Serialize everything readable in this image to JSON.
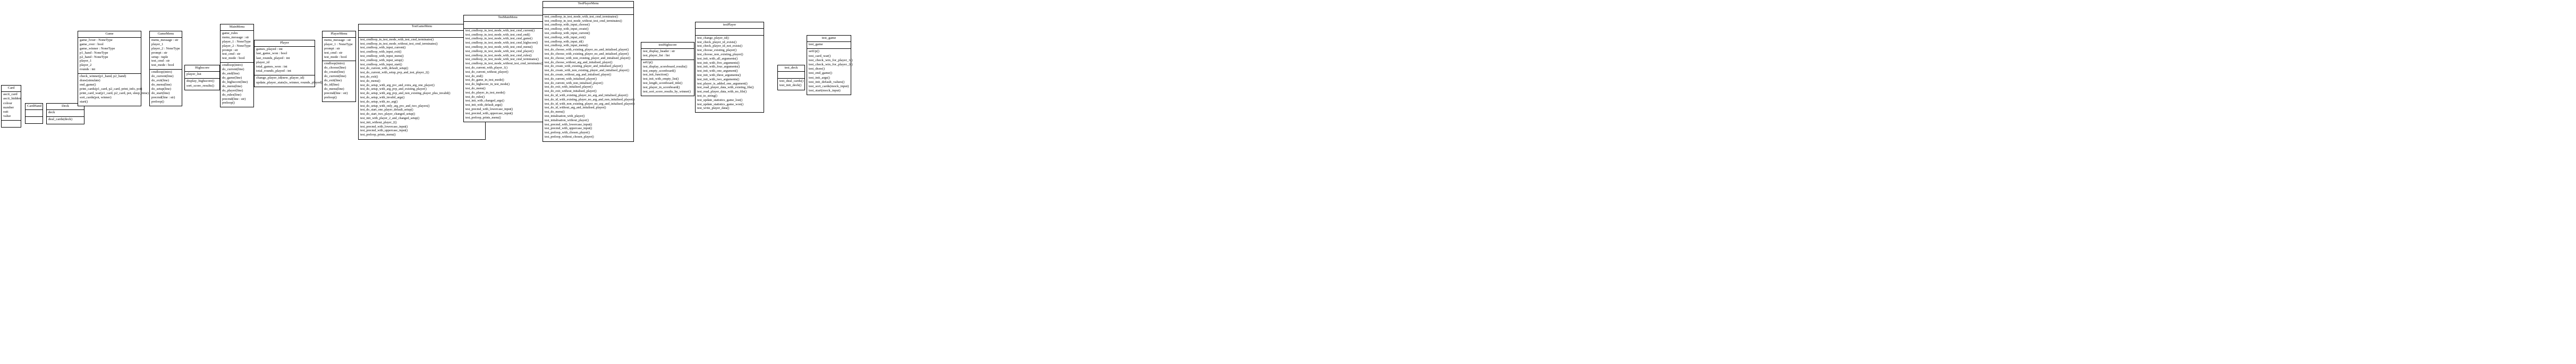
{
  "classes": [
    {
      "key": "card",
      "name": "Card",
      "attributes": [
        "ascii_card",
        "ascii_hidden",
        "colour",
        "number",
        "suit",
        "value"
      ],
      "methods": []
    },
    {
      "key": "cardhand",
      "name": "CardHand",
      "attributes": [],
      "methods": []
    },
    {
      "key": "deck",
      "name": "Deck",
      "attributes": [
        "deck"
      ],
      "methods": [
        "deal_cards(deck)"
      ]
    },
    {
      "key": "game",
      "name": "Game",
      "attributes": [
        "game_lvoer : NoneType",
        "game_over : bool",
        "game_winner : NoneType",
        "p1_hand : NoneType",
        "p2_hand : NoneType",
        "player_1",
        "player_2",
        "rounds : int"
      ],
      "methods": [
        "check_winner(p1_hand, p2_hand)",
        "draw(simulate)",
        "end_game()",
        "print_cards(p1_card, p2_card, print_info, pot)",
        "print_card_war(p1_card, p2_card, pot, sleep_time)",
        "sort_cards(pot, winner)",
        "start()"
      ]
    },
    {
      "key": "gamemenu",
      "name": "GameMenu",
      "attributes": [
        "menu_message : str",
        "player_1",
        "player_2 : NoneType",
        "prompt : str",
        "setup : tuple",
        "test_cmd : str",
        "test_mode : bool"
      ],
      "methods": [
        "cmdloop(intro)",
        "do_current(line)",
        "do_exit(line)",
        "do_menu(line)",
        "do_setup(line)",
        "do_start(line)",
        "precmd(line : str)",
        "preloop()"
      ]
    },
    {
      "key": "highscore",
      "name": "Highscore",
      "attributes": [
        "player_list"
      ],
      "methods": [
        "display_highscore()",
        "sort_score_results()"
      ]
    },
    {
      "key": "mainmenu",
      "name": "MainMenu",
      "attributes": [
        "game_rules",
        "menu_message : str",
        "player_1 : NoneType",
        "player_2 : NoneType",
        "prompt : str",
        "test_cmd : str",
        "test_mode : bool"
      ],
      "methods": [
        "cmdloop(intro)",
        "do_current(line)",
        "do_end(line)",
        "do_game(line)",
        "do_highscore(line)",
        "do_menu(line)",
        "do_player(line)",
        "do_rules(line)",
        "precmd(line : str)",
        "preloop()"
      ]
    },
    {
      "key": "player",
      "name": "Player",
      "attributes": [
        "games_played : int",
        "last_game_won : bool",
        "last_rounds_played : int",
        "player_id",
        "total_games_won : int",
        "total_rounds_played : int"
      ],
      "methods": [
        "change_player_id(new_player_id)",
        "update_player_stats(is_winner, rounds_played)"
      ]
    },
    {
      "key": "playermenu",
      "name": "PlayerMenu",
      "attributes": [
        "menu_message : str",
        "player_1 : NoneType",
        "prompt : str",
        "test_cmd : str",
        "test_mode : bool"
      ],
      "methods": [
        "cmdloop(intro)",
        "do_choose(line)",
        "do_create(line)",
        "do_current(line)",
        "do_exit(line)",
        "do_id(line)",
        "do_menu(line)",
        "precmd(line : str)",
        "preloop()"
      ]
    },
    {
      "key": "testgamemenu",
      "name": "TestGameMenu",
      "attributes": [],
      "methods": [
        "test_cmdloop_in_test_mode_with_test_cmd_terminates()",
        "test_cmdloop_in_test_mode_without_test_cmd_terminates()",
        "test_cmdloop_with_input_current()",
        "test_cmdloop_with_input_exit()",
        "test_cmdloop_with_input_menu()",
        "test_cmdloop_with_input_setup()",
        "test_cmdloop_with_input_start()",
        "test_do_current_with_default_setup()",
        "test_do_current_with_setup_pvp_and_test_player_2()",
        "test_do_exit()",
        "test_do_menu()",
        "test_do_setup_with_arg_pvc_and_extra_arg_one_player()",
        "test_do_setup_with_arg_pvp_and_existing_player()",
        "test_do_setup_with_arg_pvp_and_non_existing_player_plus_invalid()",
        "test_do_setup_with_invalid_args()",
        "test_do_setup_with_no_arg()",
        "test_do_setup_with_only_arg_pvc_and_two_players()",
        "test_do_start_one_player_default_setup()",
        "test_do_start_two_player_changed_setup()",
        "test_init_with_player_2_and_changed_setup()",
        "test_init_without_player_2()",
        "test_precmd_with_lowercase_input()",
        "test_precmd_with_uppercase_input()",
        "test_preloop_prints_menu()"
      ]
    },
    {
      "key": "testmainmenu",
      "name": "TestMainMenu",
      "attributes": [],
      "methods": [
        "test_cmdloop_in_test_mode_with_test_cmd_current()",
        "test_cmdloop_in_test_mode_with_test_cmd_end()",
        "test_cmdloop_in_test_mode_with_test_cmd_game()",
        "test_cmdloop_in_test_mode_with_test_cmd_highscore()",
        "test_cmdloop_in_test_mode_with_test_cmd_menu()",
        "test_cmdloop_in_test_mode_with_test_cmd_player()",
        "test_cmdloop_in_test_mode_with_test_cmd_rules()",
        "test_cmdloop_in_test_mode_with_test_cmd_terminates()",
        "test_cmdloop_in_test_mode_without_test_cmd_terminates()",
        "test_do_current_with_player_1()",
        "test_do_current_without_player()",
        "test_do_end()",
        "test_do_game_in_test_mode()",
        "test_do_highscore_in_test_mode()",
        "test_do_menu()",
        "test_do_player_in_test_mode()",
        "test_do_rules()",
        "test_init_with_changed_args()",
        "test_init_with_default_args()",
        "test_precmd_with_lowercase_input()",
        "test_precmd_with_uppercase_input()",
        "test_preloop_prints_menu()"
      ]
    },
    {
      "key": "testplayermenu",
      "name": "TestPlayerMenu",
      "attributes": [],
      "methods": [
        "test_cmdloop_in_test_mode_with_test_cmd_terminates()",
        "test_cmdloop_in_test_mode_without_test_cmd_terminates()",
        "test_cmdloop_with_input_choose()",
        "test_cmdloop_with_input_create()",
        "test_cmdloop_with_input_current()",
        "test_cmdloop_with_input_exit()",
        "test_cmdloop_with_input_id()",
        "test_cmdloop_with_input_menu()",
        "test_do_choose_with_existing_player_no_and_initalised_player()",
        "test_do_choose_with_existing_player_no_and_initalised_player()",
        "test_do_choose_with_non_existing_player_and_initalised_player()",
        "test_do_choose_without_arg_and_initalised_player()",
        "test_do_create_with_existing_player_and_initalised_player()",
        "test_do_create_with_non_existing_player_and_initalised_player()",
        "test_do_create_without_arg_and_initalised_player()",
        "test_do_current_with_initalised_player()",
        "test_do_current_with_non_initalised_player()",
        "test_do_exit_with_initalised_player()",
        "test_do_exit_without_initalised_player()",
        "test_do_id_with_existing_player_no_arg_and_initalised_player()",
        "test_do_id_with_existing_player_no_arg_and_non_initalised_player()",
        "test_do_id_with_non_existing_player_no_arg_and_initalised_player()",
        "test_do_id_without_arg_and_initalised_player()",
        "test_do_menu()",
        "test_initalisation_with_player()",
        "test_initalisation_without_player()",
        "test_precmd_with_lowercase_input()",
        "test_precmd_with_uppercase_input()",
        "test_preloop_with_chosen_player()",
        "test_preloop_without_chosen_player()"
      ]
    },
    {
      "key": "testhighscore",
      "name": "testHighscore",
      "attributes": [
        "test_display_header : str",
        "test_player_list : list"
      ],
      "methods": [
        "setUp()",
        "test_display_scoreboard_results()",
        "test_empty_scoreboard()",
        "test_init_function()",
        "test_init_with_empty_list()",
        "test_length_scoreboard_title()",
        "test_player_in_scoreboard()",
        "test_sort_score_results_by_winner()"
      ]
    },
    {
      "key": "testplayer",
      "name": "testPlayer",
      "attributes": [],
      "methods": [
        "test_change_player_id()",
        "test_check_player_id_exists()",
        "test_check_player_id_not_exists()",
        "test_choose_existing_player()",
        "test_choose_non_existing_player()",
        "test_init_with_all_arguments()",
        "test_init_with_five_arguments()",
        "test_init_with_four_arguments()",
        "test_init_with_one_argument()",
        "test_init_with_three_arguments()",
        "test_init_with_two_arguments()",
        "test_player_is_added_one_argument()",
        "test_read_player_data_with_existing_file()",
        "test_read_player_data_with_no_file()",
        "test_to_string()",
        "test_update_statistics_game_lost()",
        "test_update_statistics_game_won()",
        "test_write_player_data()"
      ]
    },
    {
      "key": "testdeck",
      "name": "test_deck",
      "attributes": [],
      "methods": [
        "test_deal_cards()",
        "test_init_deck()"
      ]
    },
    {
      "key": "testgame",
      "name": "test_game",
      "attributes": [
        "test_game"
      ],
      "methods": [
        "setUp()",
        "test_card_war()",
        "test_check_win_for_player_1()",
        "test_check_win_for_player_2()",
        "test_draw()",
        "test_end_game()",
        "test_init_args()",
        "test_init_default_values()",
        "test_sort_cards(mock_input)",
        "test_start(mock_input)"
      ]
    }
  ]
}
